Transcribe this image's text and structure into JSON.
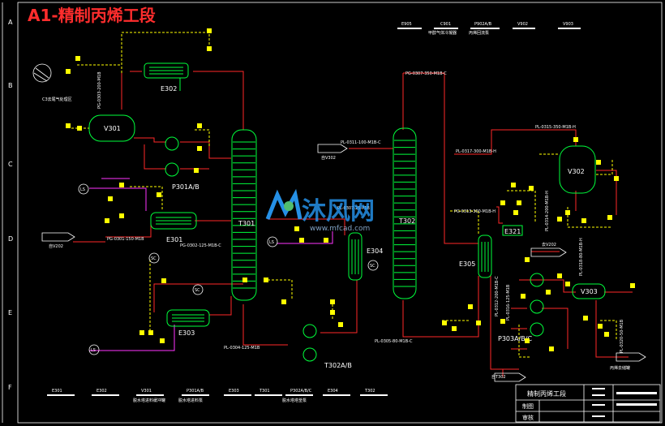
{
  "drawing_title": "A1-精制丙烯工段",
  "row_labels": [
    "A",
    "B",
    "C",
    "D",
    "E",
    "F"
  ],
  "top_legend": [
    {
      "tag": "E905",
      "desc": ""
    },
    {
      "tag": "C901",
      "desc": "甲醇气体冷凝器"
    },
    {
      "tag": "P902A/B",
      "desc": "丙烯回流泵"
    },
    {
      "tag": "V902",
      "desc": ""
    },
    {
      "tag": "V903",
      "desc": ""
    }
  ],
  "bottom_legend": [
    {
      "tag": "E301",
      "desc": ""
    },
    {
      "tag": "E302",
      "desc": ""
    },
    {
      "tag": "V301",
      "desc": "脱水塔进料缓冲罐"
    },
    {
      "tag": "P301A/B",
      "desc": "脱水塔进料泵"
    },
    {
      "tag": "E303",
      "desc": ""
    },
    {
      "tag": "T301",
      "desc": ""
    },
    {
      "tag": "P302A/B/C",
      "desc": "脱水塔塔釜泵"
    },
    {
      "tag": "E304",
      "desc": ""
    },
    {
      "tag": "T302",
      "desc": ""
    }
  ],
  "equipment": {
    "V301": "V301",
    "E302": "E302",
    "P301": "P301A/B",
    "E301": "E301",
    "E303": "E303",
    "T301": "T301",
    "E304": "E304",
    "T302": "T302",
    "P302": "T302A/B",
    "E305": "E305",
    "V302": "V302",
    "E321": "E321",
    "V303": "V303",
    "P303": "P303A/B/C"
  },
  "line_labels": {
    "top_t302": "PG-0307-350-M1B-C",
    "from_v302": "PL-0311-100-M1B-C",
    "t302_side": "PL-0317-300-M1B-H",
    "to_v302": "PL-0315-350-M1B-H",
    "e305_line": "PG-0313-300-M1B-H",
    "e301_in": "PG-0301-150-M1B",
    "e301_out": "PG-0302-125-M1B-C",
    "e303_out": "PL-0304-125-M1B",
    "t302_bottom": "PL-0305-80-M1B-C",
    "v302_down": "PL-0314-200-M1B-H",
    "e305_down": "PL-0312-200-M1B-C",
    "p303_line": "PL-0316-125-M1B",
    "v303_right": "PL-0318-80-M1B-H",
    "v303_out": "PL-0320-50-M1B",
    "v301_vent": "PG-0303-200-M1B",
    "t301_e304": "PL-0307-25-P1B"
  },
  "notes": {
    "tail_gas": "C3去尾气处理区",
    "from_v302": "自V302",
    "from_v202": "自V202",
    "to_v202": "去V202",
    "to_storage": "丙烯去储罐",
    "from_t302": "自T302"
  },
  "title_block": {
    "name": "精制丙烯工段",
    "drawn_label": "制图",
    "checked_label": "审核"
  },
  "watermark": {
    "main": "沐风网",
    "sub": "www.mfcad.com"
  },
  "colors": {
    "process": "#00ff3c",
    "pipe": "#ff2828",
    "signal": "#ffff00",
    "steam": "#ff33ff",
    "background": "#000000"
  }
}
